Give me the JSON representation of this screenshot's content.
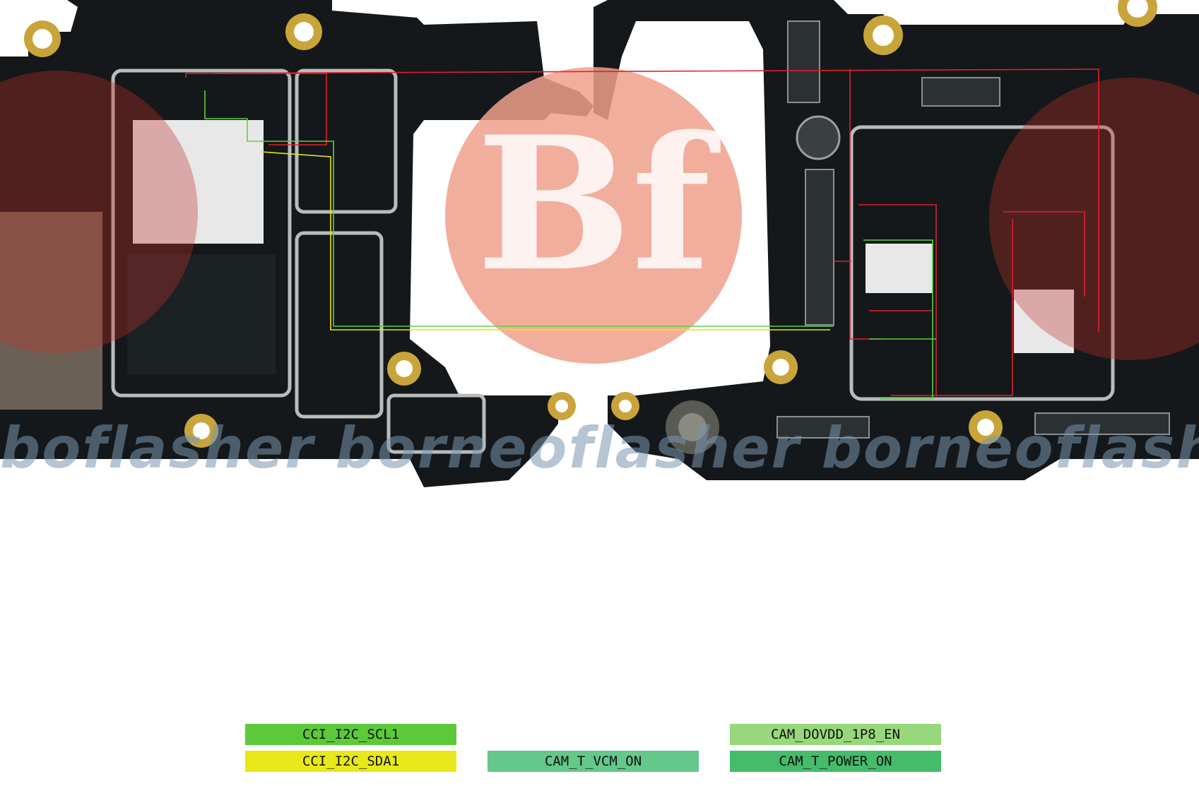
{
  "watermark": {
    "text": "boflasher borneoflasher borneoflasher borneofla",
    "logo_label": "Bf"
  },
  "colors": {
    "board": "#14181a",
    "shield": "#b8bcbc",
    "gold": "#c9a43a",
    "logo": "#f0a08c",
    "trace_red": "#e0202a",
    "trace_green": "#5fd03a",
    "trace_yellow": "#e6e61a"
  },
  "legend": {
    "scl": {
      "label": "CCI_I2C_SCL1",
      "color": "#5cc83a"
    },
    "sda": {
      "label": "CCI_I2C_SDA1",
      "color": "#e8e81a"
    },
    "vcm": {
      "label": "CAM_T_VCM_ON",
      "color": "#64c88a"
    },
    "dovdd": {
      "label": "CAM_DOVDD_1P8_EN",
      "color": "#98d87c"
    },
    "power": {
      "label": "CAM_T_POWER_ON",
      "color": "#44bc6a"
    }
  }
}
